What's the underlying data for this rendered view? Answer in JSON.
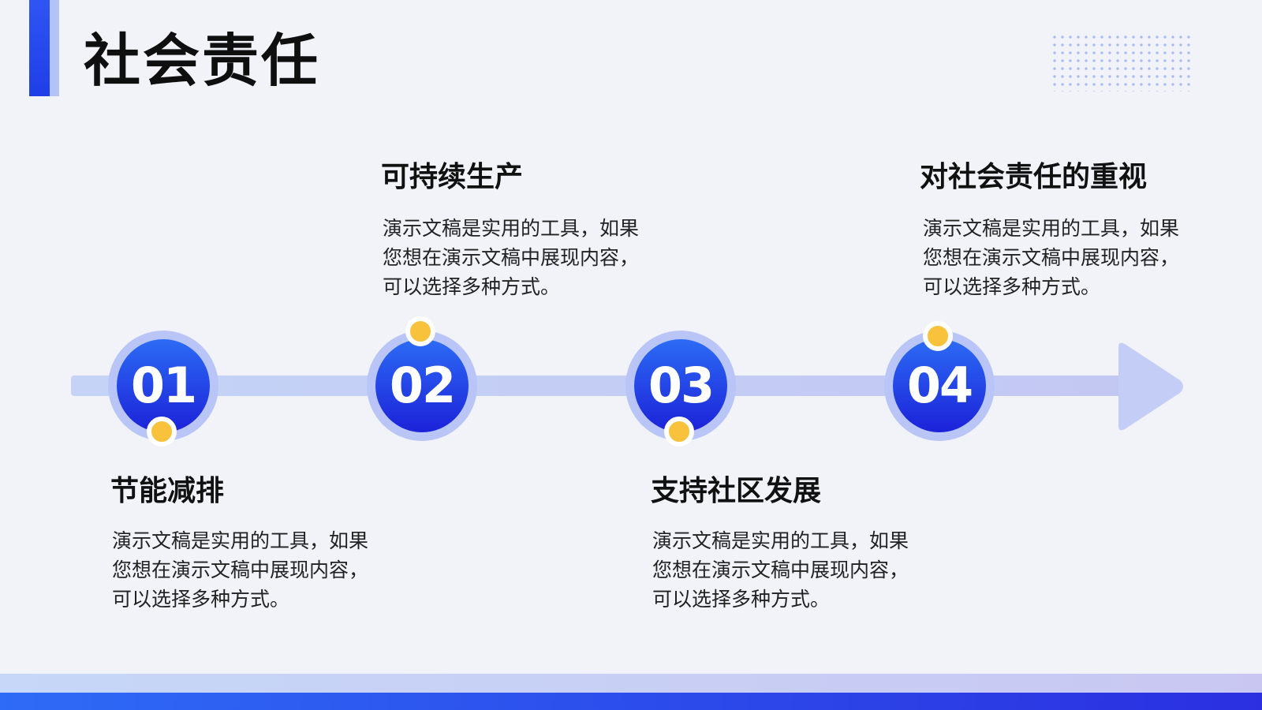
{
  "page": {
    "title": "社会责任"
  },
  "colors": {
    "accent_blue": "#2f55f3",
    "accent_light_blue": "#b3c3f6",
    "node_gradient_top": "#2c6bf5",
    "node_gradient_bottom": "#1c22d8",
    "marker_yellow": "#f8c23c",
    "background": "#f1f3f9",
    "track_color": "#c4d3f6"
  },
  "steps": [
    {
      "number": "01",
      "heading": "节能减排",
      "description": "演示文稿是实用的工具，如果您想在演示文稿中展现内容，可以选择多种方式。"
    },
    {
      "number": "02",
      "heading": "可持续生产",
      "description": "演示文稿是实用的工具，如果您想在演示文稿中展现内容，可以选择多种方式。"
    },
    {
      "number": "03",
      "heading": "支持社区发展",
      "description": "演示文稿是实用的工具，如果您想在演示文稿中展现内容，可以选择多种方式。"
    },
    {
      "number": "04",
      "heading": "对社会责任的重视",
      "description": "演示文稿是实用的工具，如果您想在演示文稿中展现内容，可以选择多种方式。"
    }
  ]
}
